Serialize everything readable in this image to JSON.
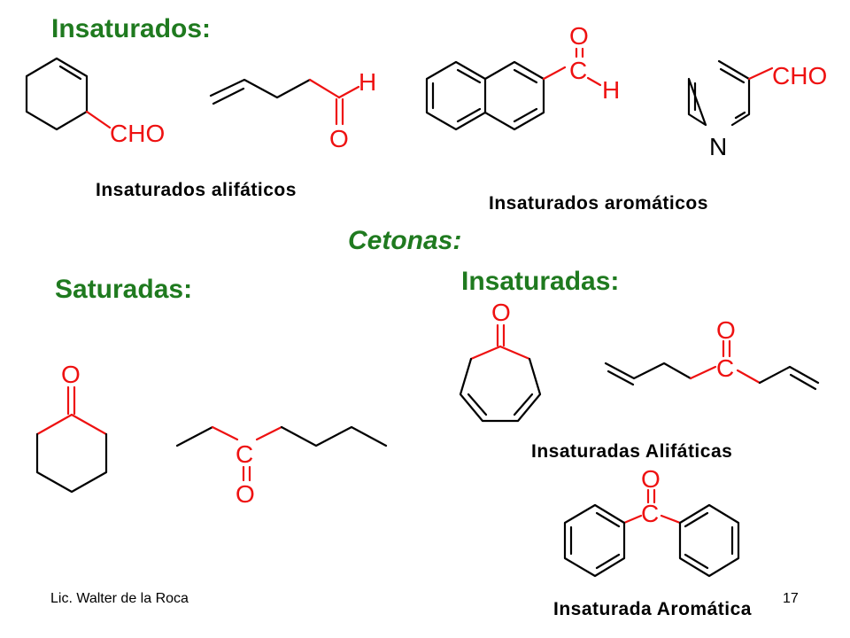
{
  "headings": {
    "aldehydes_unsaturated": "Insaturados:",
    "ketones": "Cetonas:",
    "ketones_saturated": "Saturadas:",
    "ketones_unsaturated": "Insaturadas:"
  },
  "captions": {
    "aliphatic_aldehydes": "Insaturados alifáticos",
    "aromatic_aldehydes": "Insaturados aromáticos",
    "aliphatic_ketones": "Insaturadas Alifáticas",
    "aromatic_ketone": "Insaturada Aromática"
  },
  "atoms": {
    "cho": "CHO",
    "o": "O",
    "h": "H",
    "c": "C",
    "n": "N"
  },
  "footer": {
    "author": "Lic. Walter de la Roca",
    "page_number": "17"
  },
  "colors": {
    "heading": "#1f7a1f",
    "atom_highlight": "#ee1111",
    "bond": "#000000"
  }
}
